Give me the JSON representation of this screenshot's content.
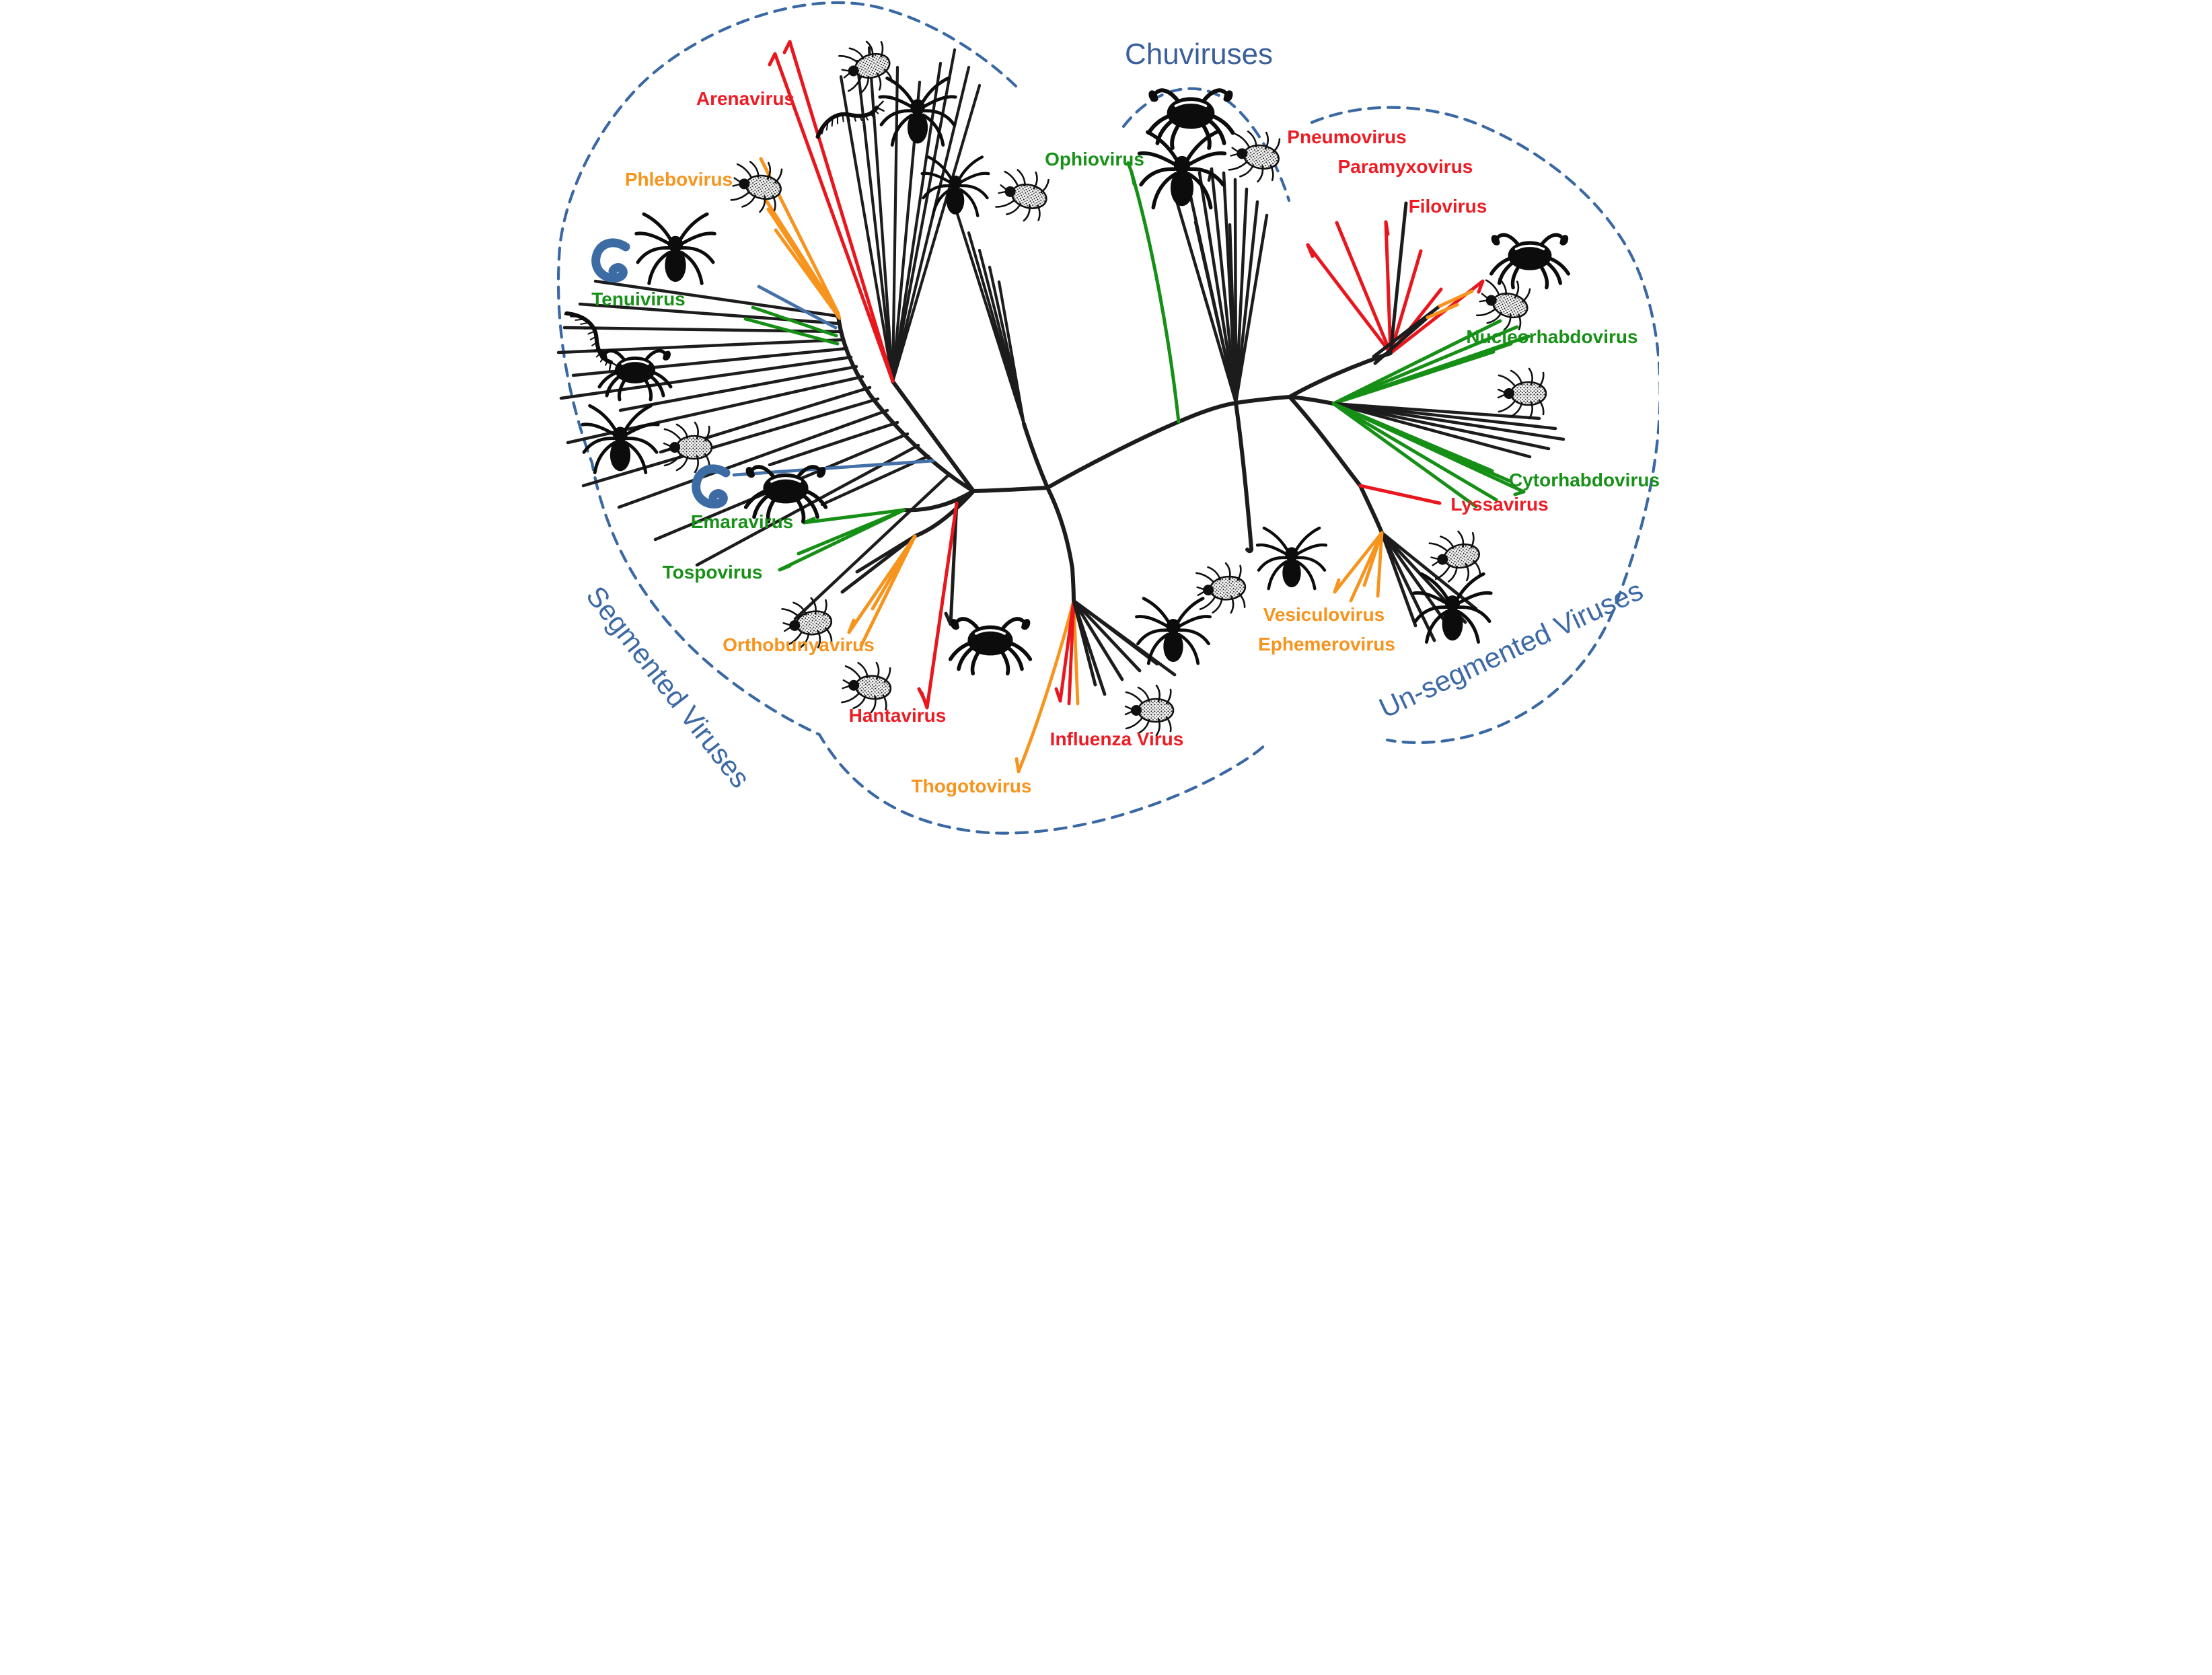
{
  "figure": {
    "kind": "unrooted-phylogenetic-tree",
    "region_labels": {
      "chuviruses": {
        "text": "Chuviruses",
        "color": "#3a5f9b"
      },
      "segmented": {
        "text": "Segmented Viruses",
        "color": "#3d6aa5"
      },
      "unsegmented": {
        "text": "Un-segmented Viruses",
        "color": "#3d6aa5"
      }
    },
    "virus_labels": {
      "arenavirus": {
        "text": "Arenavirus",
        "color": "#ed1c24"
      },
      "phlebovirus": {
        "text": "Phlebovirus",
        "color": "#f7941d"
      },
      "tenuivirus": {
        "text": "Tenuivirus",
        "color": "#189118"
      },
      "emaravirus": {
        "text": "Emaravirus",
        "color": "#189118"
      },
      "tospovirus": {
        "text": "Tospovirus",
        "color": "#189118"
      },
      "orthobunyavirus": {
        "text": "Orthobunyavirus",
        "color": "#f7941d"
      },
      "hantavirus": {
        "text": "Hantavirus",
        "color": "#ed1c24"
      },
      "thogotovirus": {
        "text": "Thogotovirus",
        "color": "#f7941d"
      },
      "influenza": {
        "text": "Influenza Virus",
        "color": "#ed1c24"
      },
      "ophiovirus": {
        "text": "Ophiovirus",
        "color": "#189118"
      },
      "pneumovirus": {
        "text": "Pneumovirus",
        "color": "#ed1c24"
      },
      "paramyxovirus": {
        "text": "Paramyxovirus",
        "color": "#ed1c24"
      },
      "filovirus": {
        "text": "Filovirus",
        "color": "#ed1c24"
      },
      "nucleorhabdovirus": {
        "text": "Nucleorhabdovirus",
        "color": "#189118"
      },
      "cytorhabdovirus": {
        "text": "Cytorhabdovirus",
        "color": "#189118"
      },
      "lyssavirus": {
        "text": "Lyssavirus",
        "color": "#ed1c24"
      },
      "vesiculovirus": {
        "text": "Vesiculovirus",
        "color": "#f7941d"
      },
      "ephemerovirus": {
        "text": "Ephemerovirus",
        "color": "#f7941d"
      }
    },
    "branch_colors": {
      "black": "#1c1c1c",
      "red": "#e8161d",
      "orange": "#f7941d",
      "green": "#168f16",
      "blue": "#4472a8",
      "dashed_blue": "#3a68a3",
      "blue_icon": "#3d6ca5"
    },
    "icons": [
      "tick-icon",
      "spider-icon",
      "crab-icon",
      "centipede-icon",
      "worm-icon"
    ]
  }
}
